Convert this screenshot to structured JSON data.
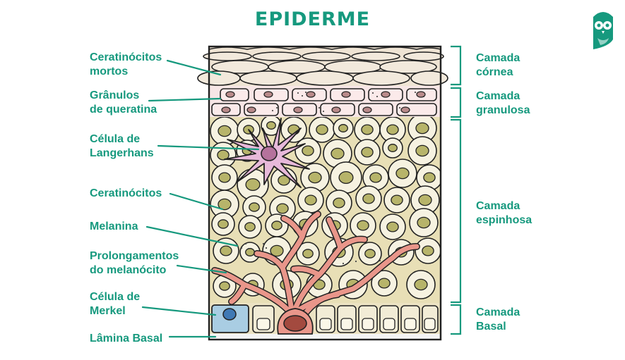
{
  "title": "EPIDERME",
  "brand_color": "#16997e",
  "logo_icon": "owl-logo-icon",
  "left_labels": [
    {
      "lines": [
        "Ceratinócitos",
        "mortos"
      ]
    },
    {
      "lines": [
        "Grânulos",
        "de queratina"
      ]
    },
    {
      "lines": [
        "Célula de",
        "Langerhans"
      ]
    },
    {
      "lines": [
        "Ceratinócitos"
      ]
    },
    {
      "lines": [
        "Melanina"
      ]
    },
    {
      "lines": [
        "Prolongamentos",
        "do melanócito"
      ]
    },
    {
      "lines": [
        "Célula de",
        "Merkel"
      ]
    },
    {
      "lines": [
        "Lâmina Basal"
      ]
    }
  ],
  "layers": [
    {
      "lines": [
        "Camada",
        "córnea"
      ]
    },
    {
      "lines": [
        "Camada",
        "granulosa"
      ]
    },
    {
      "lines": [
        "Camada",
        "espinhosa"
      ]
    },
    {
      "lines": [
        "Camada",
        "Basal"
      ]
    }
  ]
}
